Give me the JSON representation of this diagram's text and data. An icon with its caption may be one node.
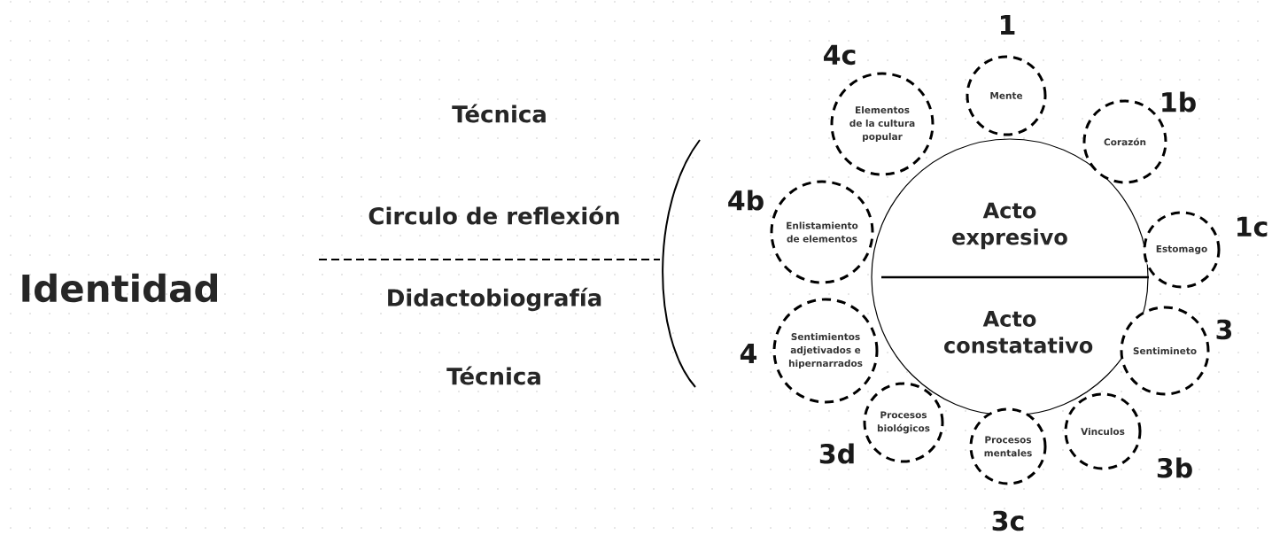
{
  "diagram": {
    "nodes": [
      {
        "text": [
          "Acto expresivo",
          "Acto constatativo"
        ]
      },
      {
        "text": [
          "Mente"
        ],
        "beside": [
          "1"
        ]
      },
      {
        "text": [
          "Corazón"
        ],
        "beside": [
          "1b"
        ]
      },
      {
        "text": [
          "Estomago"
        ],
        "beside": [
          "1c"
        ]
      },
      {
        "text": [
          "Sentimineto"
        ],
        "beside": [
          "3"
        ]
      },
      {
        "text": [
          "Vinculos"
        ],
        "beside": [
          "3b"
        ]
      },
      {
        "text": [
          "Procesos mentales"
        ],
        "beside": [
          "3c"
        ]
      },
      {
        "text": [
          "Procesos biológicos"
        ],
        "beside": [
          "3d"
        ]
      },
      {
        "text": [
          "Sentimientos adjetivados e hipernarrados"
        ],
        "beside": [
          "4"
        ]
      },
      {
        "text": [
          "Enlistamiento de elementos"
        ],
        "beside": [
          "4b"
        ]
      },
      {
        "text": [
          "Elementos de la cultura popular"
        ],
        "beside": [
          "4c"
        ]
      }
    ],
    "labels": [
      "Identidad",
      "Técnica",
      "Circulo de reflexión",
      "Didactobiografía",
      "Técnica"
    ]
  }
}
